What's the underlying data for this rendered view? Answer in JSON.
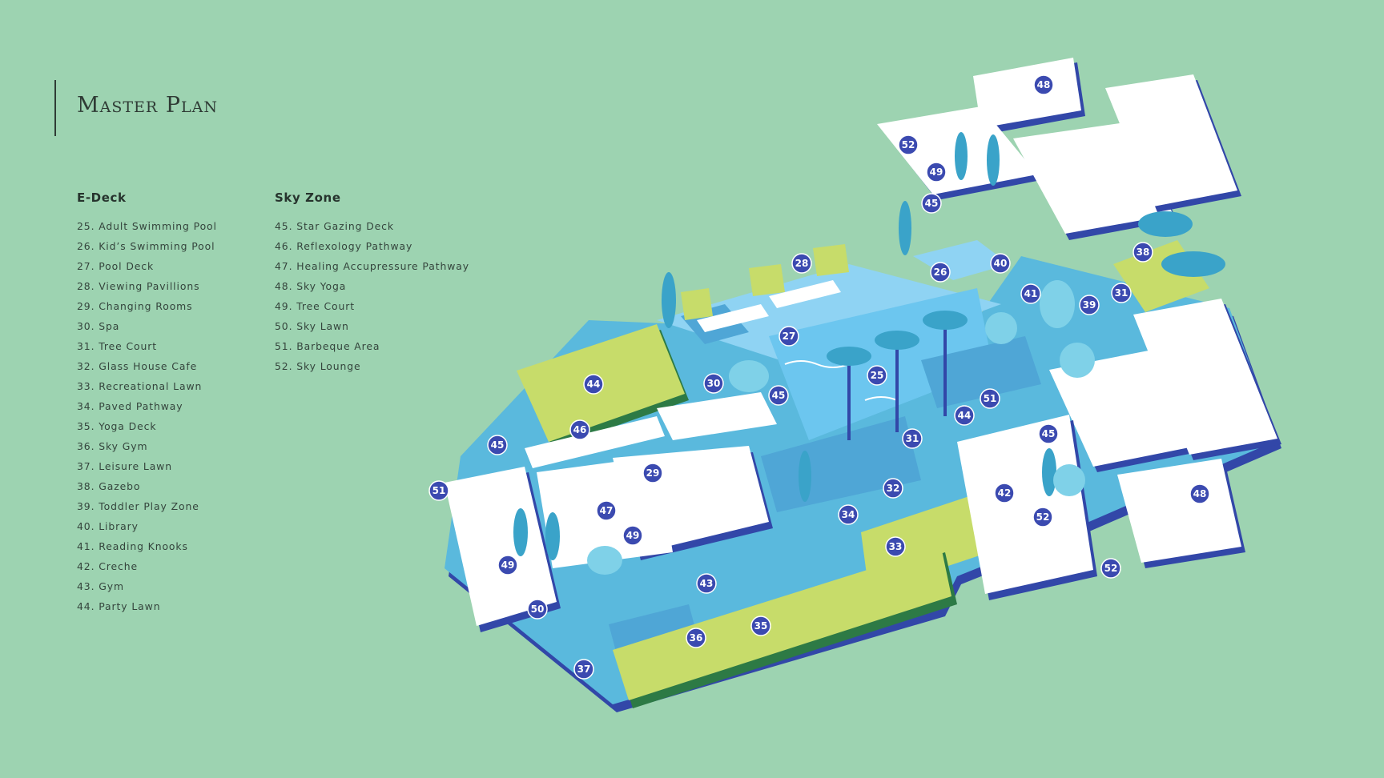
{
  "title": "Master Plan",
  "edeck": {
    "heading": "E-Deck",
    "items": [
      "25. Adult Swimming Pool",
      "26. Kid’s Swimming Pool",
      "27. Pool Deck",
      "28. Viewing Pavillions",
      "29. Changing Rooms",
      "30. Spa",
      "31. Tree Court",
      "32. Glass House Cafe",
      "33. Recreational Lawn",
      "34. Paved Pathway",
      "35. Yoga Deck",
      "36. Sky Gym",
      "37. Leisure Lawn",
      "38. Gazebo",
      "39. Toddler Play Zone",
      "40. Library",
      "41. Reading Knooks",
      "42. Creche",
      "43. Gym",
      "44. Party Lawn"
    ]
  },
  "skyzone": {
    "heading": "Sky Zone",
    "items": [
      "45. Star Gazing Deck",
      "46. Reflexology Pathway",
      "47. Healing Accupressure Pathway",
      "48. Sky Yoga",
      "49. Tree Court",
      "50. Sky Lawn",
      "51. Barbeque Area",
      "52. Sky Lounge"
    ]
  },
  "map": {
    "badge_color": "#3b4ab0",
    "badges": [
      "48",
      "52",
      "49",
      "45",
      "40",
      "38",
      "28",
      "26",
      "41",
      "31",
      "39",
      "27",
      "25",
      "30",
      "45",
      "44",
      "44",
      "51",
      "45",
      "46",
      "45",
      "29",
      "31",
      "32",
      "42",
      "48",
      "51",
      "47",
      "34",
      "49",
      "52",
      "33",
      "52",
      "49",
      "43",
      "50",
      "35",
      "36",
      "37"
    ]
  }
}
